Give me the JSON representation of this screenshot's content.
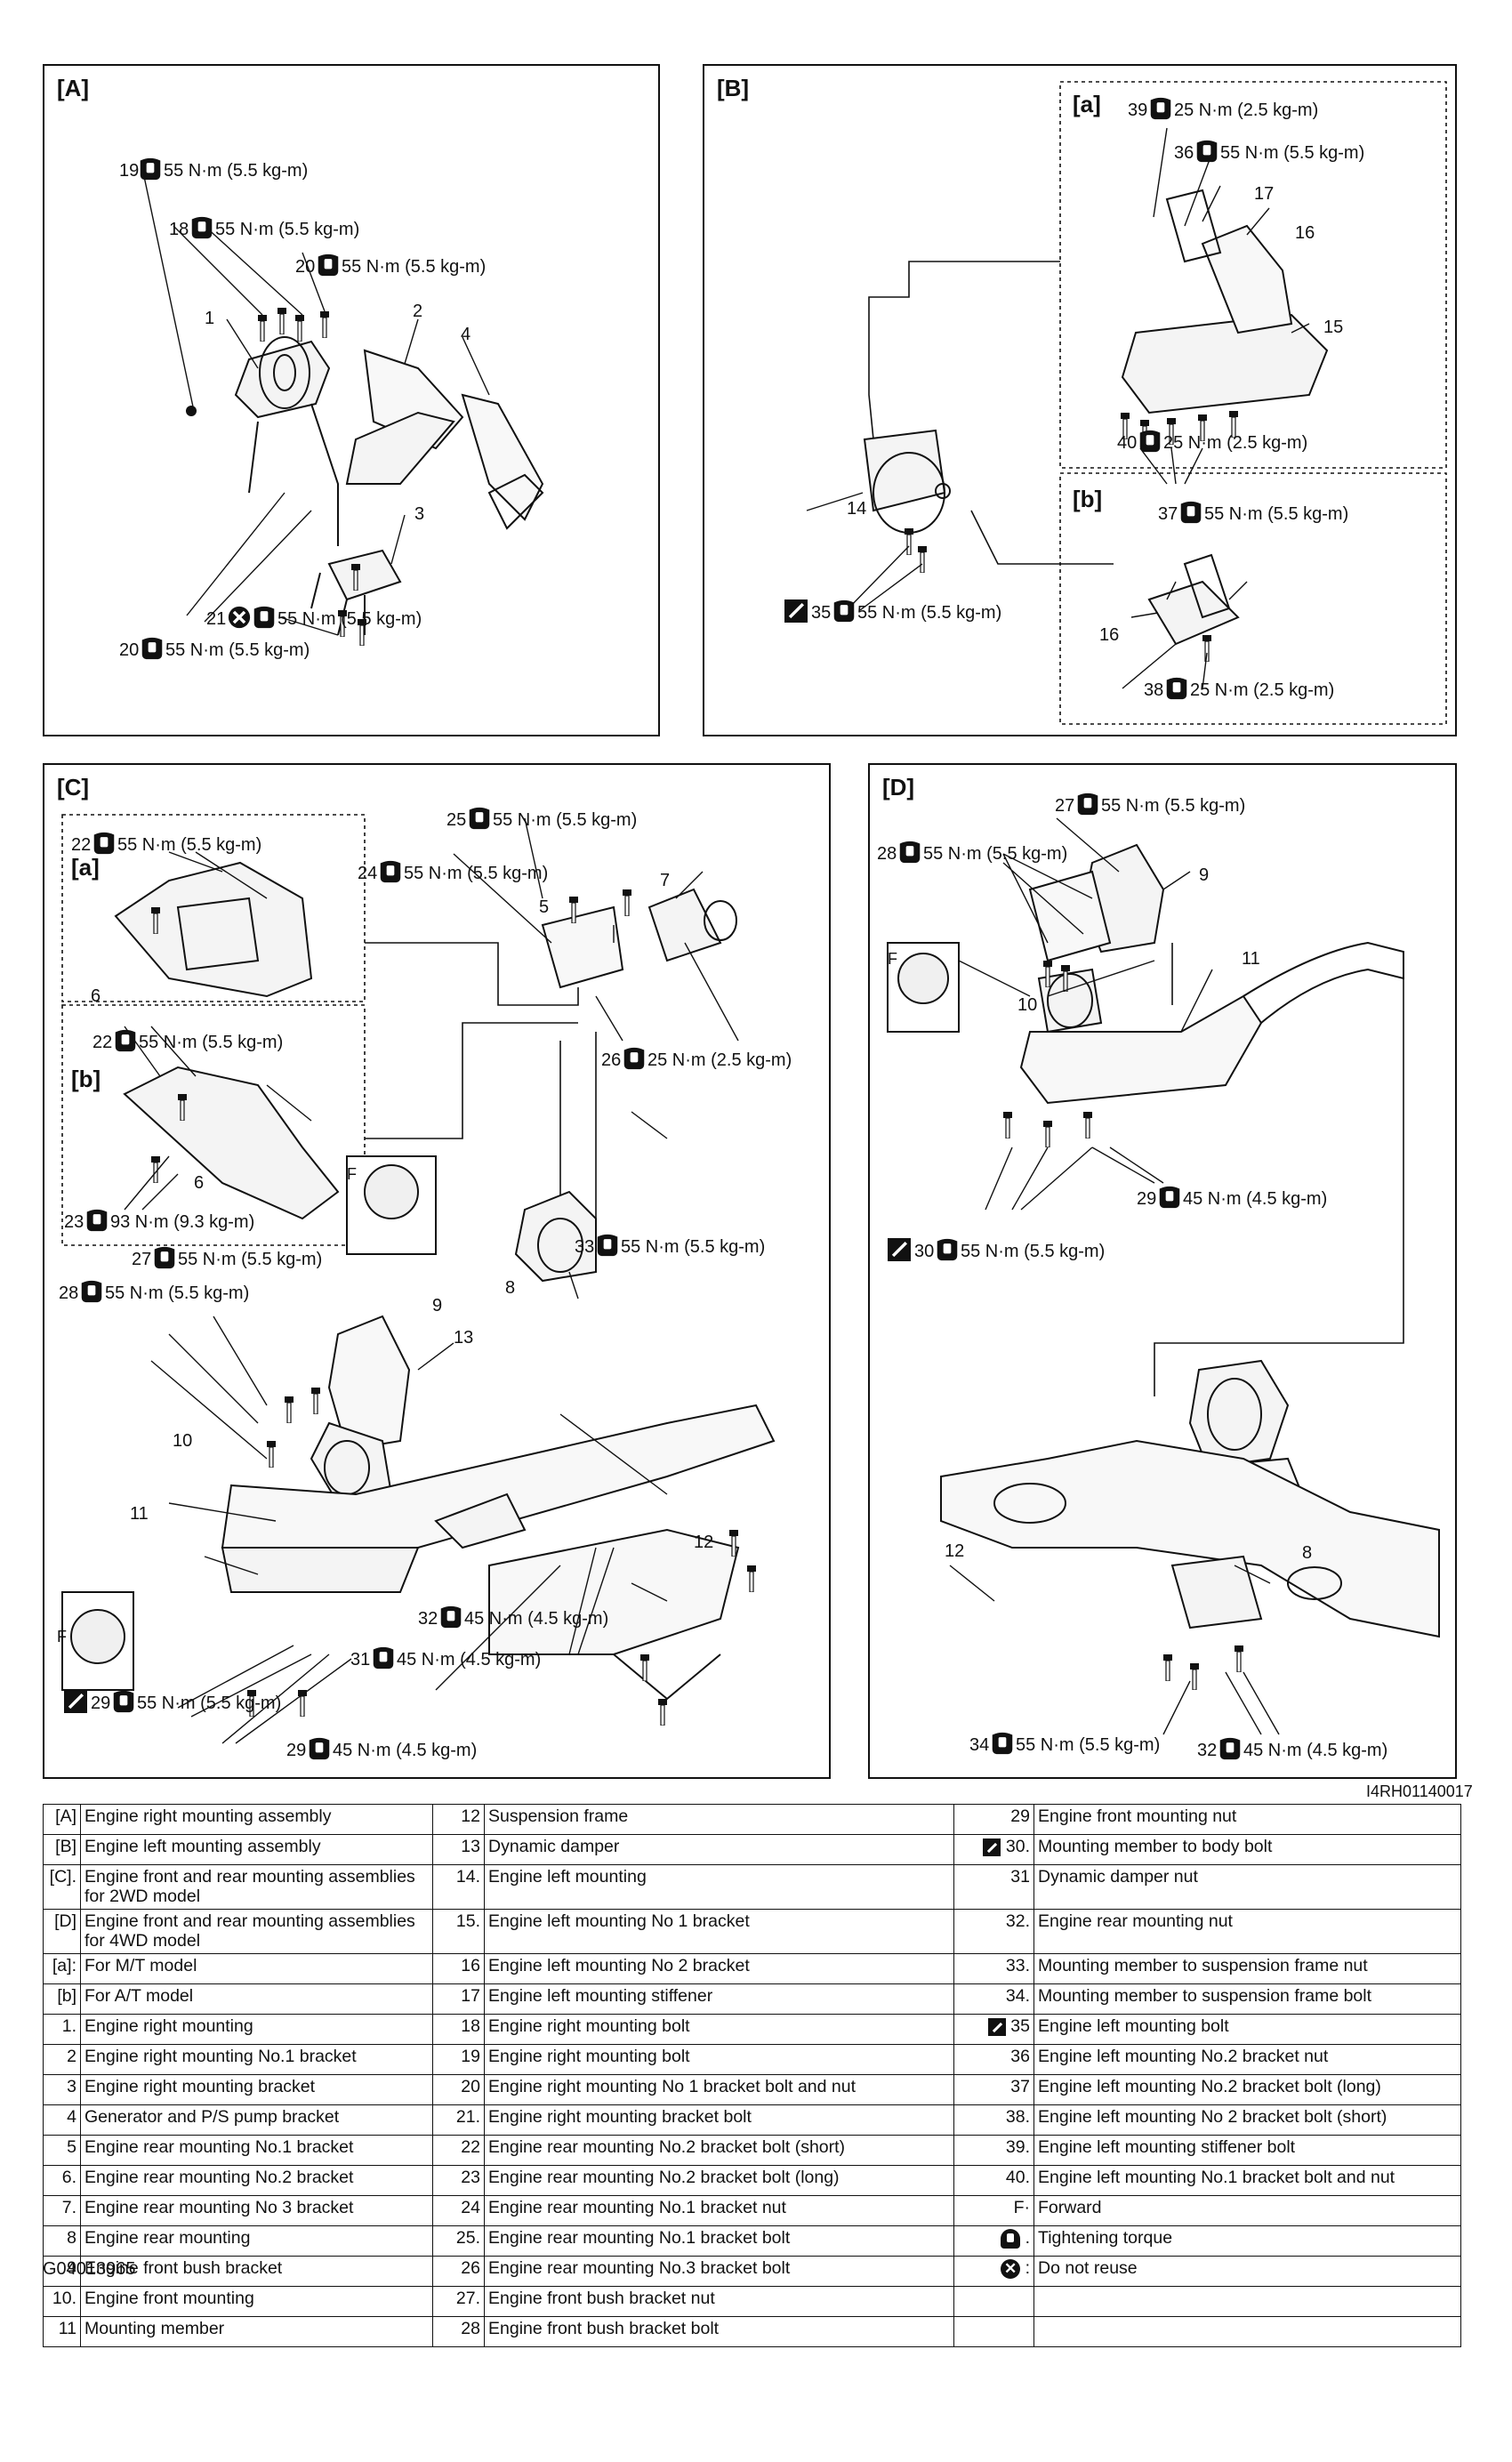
{
  "panels": {
    "A": {
      "tag": "[A]"
    },
    "B": {
      "tag": "[B]"
    },
    "C": {
      "tag": "[C]"
    },
    "D": {
      "tag": "[D]"
    }
  },
  "callouts": {
    "a19": "19",
    "a19t": "55 N·m (5.5 kg-m)",
    "a18": "18",
    "a18t": "55 N·m (5.5 kg-m)",
    "a20": "20",
    "a20t": "55 N·m (5.5 kg-m)",
    "a21": "21",
    "a21t": "55 N·m (5.5 kg-m)",
    "a20b": "20",
    "a20bt": "55 N·m (5.5 kg-m)",
    "b_sub_a": "[a]",
    "b_sub_b": "[b]",
    "b39": "39",
    "b39t": "25 N·m (2.5 kg-m)",
    "b36": "36",
    "b36t": "55 N·m (5.5 kg-m)",
    "b40": "40",
    "b40t": "25 N·m (2.5 kg-m)",
    "b37": "37",
    "b37t": "55 N·m (5.5 kg-m)",
    "b35": "35",
    "b35t": "55 N·m (5.5 kg-m)",
    "b38": "38",
    "b38t": "25 N·m (2.5 kg-m)",
    "c_sub_a": "[a]",
    "c_sub_b": "[b]",
    "c22": "22",
    "c22t": "55 N·m (5.5 kg-m)",
    "c22b": "22",
    "c22bt": "55 N·m (5.5 kg-m)",
    "c23": "23",
    "c23t": "93 N·m (9.3 kg-m)",
    "c25": "25",
    "c25t": "55 N·m (5.5 kg-m)",
    "c24": "24",
    "c24t": "55 N·m (5.5 kg-m)",
    "c26": "26",
    "c26t": "25 N·m (2.5 kg-m)",
    "c27": "27",
    "c27t": "55 N·m (5.5 kg-m)",
    "c28": "28",
    "c28t": "55 N·m (5.5 kg-m)",
    "c33": "33",
    "c33t": "55 N·m (5.5 kg-m)",
    "c32": "32",
    "c32t": "45 N·m (4.5 kg-m)",
    "c31": "31",
    "c31t": "45 N·m (4.5 kg-m)",
    "c29": "29",
    "c29t": "55 N·m (5.5 kg-m)",
    "c29b": "29",
    "c29bt": "45 N·m (4.5 kg-m)",
    "d27": "27",
    "d27t": "55 N·m (5.5 kg-m)",
    "d28": "28",
    "d28t": "55 N·m (5.5 kg-m)",
    "d29": "29",
    "d29t": "45 N·m (4.5 kg-m)",
    "d30": "30",
    "d30t": "55 N·m (5.5 kg-m)",
    "d34": "34",
    "d34t": "55 N·m (5.5 kg-m)",
    "d32": "32",
    "d32t": "45 N·m (4.5 kg-m)",
    "forward": "F"
  },
  "part_numbers": {
    "a1": "1",
    "a2": "2",
    "a3": "3",
    "a4": "4",
    "b14": "14",
    "b15": "15",
    "b16": "16",
    "b17": "17",
    "b16b": "16",
    "c5": "5",
    "c6": "6",
    "c6b": "6",
    "c7": "7",
    "c8": "8",
    "c9": "9",
    "c10": "10",
    "c11": "11",
    "c12": "12",
    "c13": "13",
    "d8": "8",
    "d9": "9",
    "d10": "10",
    "d11": "11",
    "d12": "12"
  },
  "figure_code": "I4RH01140017",
  "footer_code": "G04013965",
  "legend": [
    [
      {
        "k": "[A]",
        "v": "Engine right mounting assembly"
      },
      {
        "k": "12",
        "v": "Suspension frame"
      },
      {
        "k": "29",
        "v": "Engine front mounting nut"
      }
    ],
    [
      {
        "k": "[B]",
        "v": "Engine left mounting assembly"
      },
      {
        "k": "13",
        "v": "Dynamic damper"
      },
      {
        "k": "30.",
        "v": "Mounting member to body bolt",
        "icon": "grease"
      }
    ],
    [
      {
        "k": "[C].",
        "v": "Engine front and rear mounting assemblies for 2WD model"
      },
      {
        "k": "14.",
        "v": "Engine left mounting"
      },
      {
        "k": "31",
        "v": "Dynamic damper nut"
      }
    ],
    [
      {
        "k": "[D]",
        "v": "Engine front and rear mounting assemblies for 4WD model"
      },
      {
        "k": "15.",
        "v": "Engine left mounting No 1 bracket"
      },
      {
        "k": "32.",
        "v": "Engine rear mounting nut"
      }
    ],
    [
      {
        "k": "[a]:",
        "v": "For M/T model"
      },
      {
        "k": "16",
        "v": "Engine left mounting No 2 bracket"
      },
      {
        "k": "33.",
        "v": "Mounting member to suspension frame nut"
      }
    ],
    [
      {
        "k": "[b]",
        "v": "For A/T model"
      },
      {
        "k": "17",
        "v": "Engine left mounting stiffener"
      },
      {
        "k": "34.",
        "v": "Mounting member to suspension frame bolt"
      }
    ],
    [
      {
        "k": "1.",
        "v": "Engine right mounting"
      },
      {
        "k": "18",
        "v": "Engine right mounting bolt"
      },
      {
        "k": "35",
        "v": "Engine left mounting bolt",
        "icon": "grease"
      }
    ],
    [
      {
        "k": "2",
        "v": "Engine right mounting No.1 bracket"
      },
      {
        "k": "19",
        "v": "Engine right mounting bolt"
      },
      {
        "k": "36",
        "v": "Engine left mounting No.2 bracket nut"
      }
    ],
    [
      {
        "k": "3",
        "v": "Engine right mounting bracket"
      },
      {
        "k": "20",
        "v": "Engine right mounting No 1 bracket bolt and nut"
      },
      {
        "k": "37",
        "v": "Engine left mounting No.2 bracket bolt (long)"
      }
    ],
    [
      {
        "k": "4",
        "v": "Generator and P/S pump bracket"
      },
      {
        "k": "21.",
        "v": "Engine right mounting bracket bolt"
      },
      {
        "k": "38.",
        "v": "Engine left mounting No 2 bracket bolt (short)"
      }
    ],
    [
      {
        "k": "5",
        "v": "Engine rear mounting No.1 bracket"
      },
      {
        "k": "22",
        "v": "Engine rear mounting No.2 bracket bolt (short)"
      },
      {
        "k": "39.",
        "v": "Engine left mounting stiffener bolt"
      }
    ],
    [
      {
        "k": "6.",
        "v": "Engine rear mounting No.2 bracket"
      },
      {
        "k": "23",
        "v": "Engine rear mounting No.2 bracket bolt (long)"
      },
      {
        "k": "40.",
        "v": "Engine left mounting No.1 bracket bolt and nut"
      }
    ],
    [
      {
        "k": "7.",
        "v": "Engine rear mounting No 3 bracket"
      },
      {
        "k": "24",
        "v": "Engine rear mounting No.1 bracket nut"
      },
      {
        "k": "F·",
        "v": "Forward"
      }
    ],
    [
      {
        "k": "8",
        "v": "Engine rear mounting"
      },
      {
        "k": "25.",
        "v": "Engine rear mounting No.1 bracket bolt"
      },
      {
        "k": ".",
        "v": "Tightening torque",
        "icon": "torque"
      }
    ],
    [
      {
        "k": "9",
        "v": "Engine front bush bracket"
      },
      {
        "k": "26",
        "v": "Engine rear mounting No.3 bracket bolt"
      },
      {
        "k": ":",
        "v": "Do not reuse",
        "icon": "noreuse"
      }
    ],
    [
      {
        "k": "10.",
        "v": "Engine front mounting"
      },
      {
        "k": "27.",
        "v": "Engine front bush bracket nut"
      },
      {
        "k": "",
        "v": ""
      }
    ],
    [
      {
        "k": "11",
        "v": "Mounting member"
      },
      {
        "k": "28",
        "v": "Engine front bush bracket bolt"
      },
      {
        "k": "",
        "v": ""
      }
    ]
  ]
}
